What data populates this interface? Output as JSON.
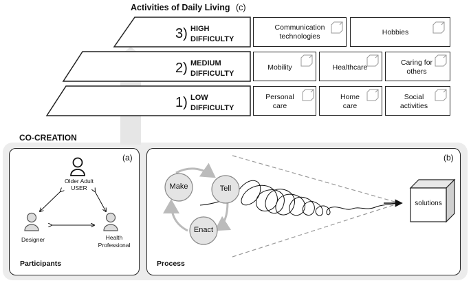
{
  "adl": {
    "title": "Activities of Daily Living",
    "tag": "(c)",
    "tiers": [
      {
        "num": "3)",
        "line1": "HIGH",
        "line2": "DIFFICULTY",
        "items": [
          "Communication technologies",
          "Hobbies"
        ]
      },
      {
        "num": "2)",
        "line1": "MEDIUM",
        "line2": "DIFFICULTY",
        "items": [
          "Mobility",
          "Healthcare",
          "Caring for others"
        ]
      },
      {
        "num": "1)",
        "line1": "LOW",
        "line2": "DIFFICULTY",
        "items": [
          "Personal care",
          "Home care",
          "Social activities"
        ]
      }
    ]
  },
  "cocreation": {
    "title": "CO-CREATION",
    "participants": {
      "tag": "(a)",
      "title": "Participants",
      "user_line1": "Older Adult",
      "user_line2": "USER",
      "designer": "Designer",
      "health_line1": "Health",
      "health_line2": "Professional"
    },
    "process": {
      "tag": "(b)",
      "title": "Process",
      "make": "Make",
      "tell": "Tell",
      "enact": "Enact",
      "solutions": "solutions"
    }
  }
}
